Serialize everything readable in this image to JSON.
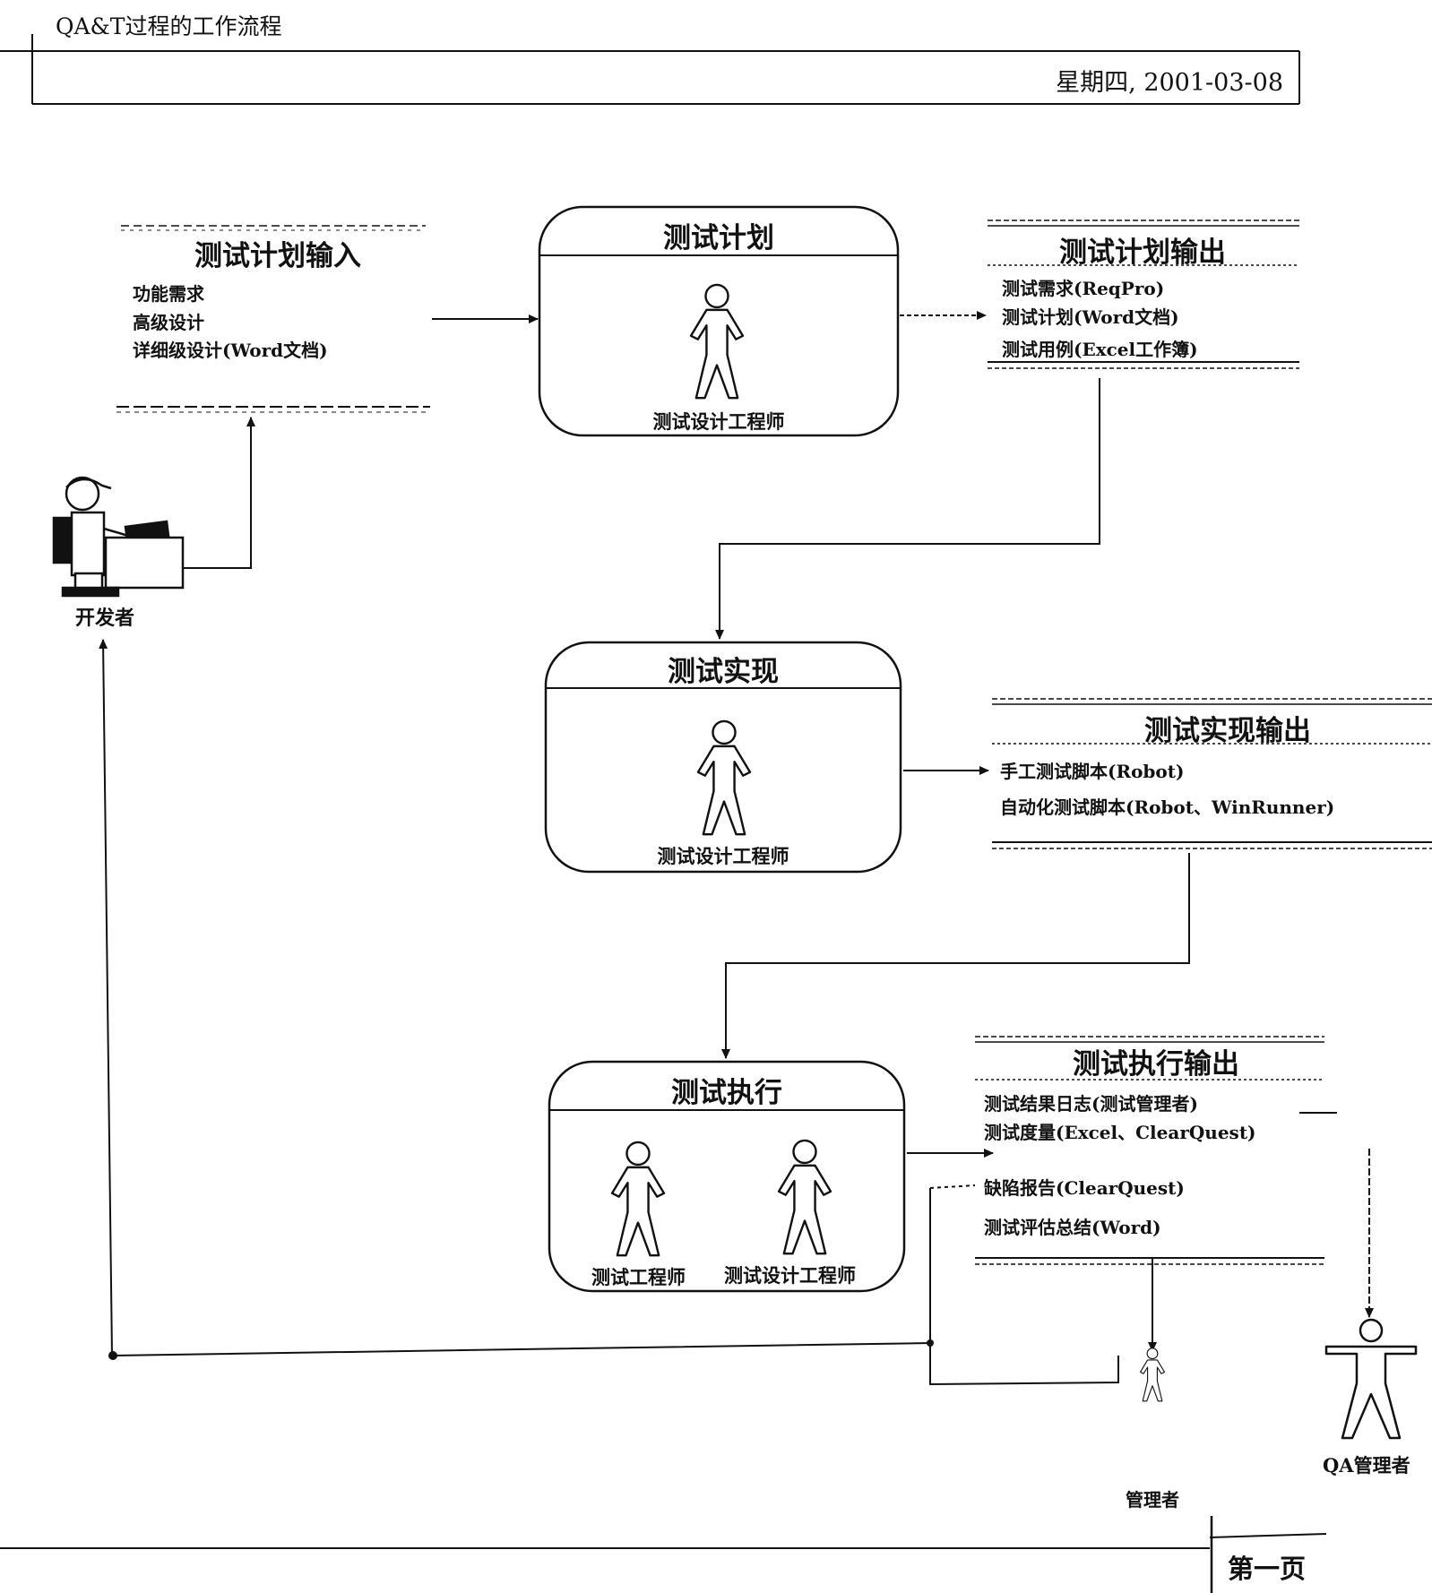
{
  "header": {
    "title": "QA&T过程的工作流程",
    "date": "星期四, 2001-03-08"
  },
  "test_plan_input": {
    "title": "测试计划输入",
    "items": [
      "功能需求",
      "高级设计",
      "详细级设计(Word文档)"
    ]
  },
  "test_plan": {
    "title": "测试计划",
    "role": "测试设计工程师"
  },
  "test_plan_output": {
    "title": "测试计划输出",
    "items": [
      "测试需求(ReqPro)",
      "测试计划(Word文档)",
      "测试用例(Excel工作簿)"
    ]
  },
  "test_impl": {
    "title": "测试实现",
    "role": "测试设计工程师"
  },
  "test_impl_output": {
    "title": "测试实现输出",
    "items": [
      "手工测试脚本(Robot)",
      "自动化测试脚本(Robot、WinRunner)"
    ]
  },
  "test_exec": {
    "title": "测试执行",
    "role_left": "测试工程师",
    "role_right": "测试设计工程师"
  },
  "test_exec_output": {
    "title": "测试执行输出",
    "items": [
      "测试结果日志(测试管理者)",
      "测试度量(Excel、ClearQuest)",
      "缺陷报告(ClearQuest)",
      "测试评估总结(Word)"
    ]
  },
  "actors": {
    "developer": "开发者",
    "manager": "管理者",
    "qa_manager": "QA管理者"
  },
  "footer": {
    "page": "第一页"
  }
}
